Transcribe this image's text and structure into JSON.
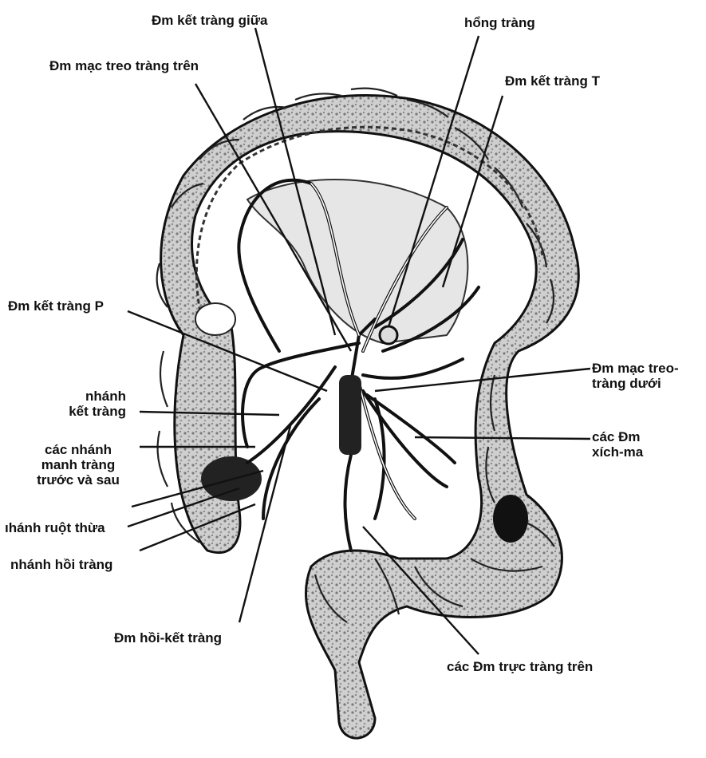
{
  "labels": {
    "dm_ket_trang_giua": "Đm kết tràng giữa",
    "hong_trang": "hổng tràng",
    "dm_mac_treo_trang_tren": "Đm mạc treo tràng trên",
    "dm_ket_trang_t": "Đm kết tràng T",
    "dm_ket_trang_p": "Đm kết tràng P",
    "dm_mac_treo_trang_duoi_1": "Đm mạc treo-",
    "dm_mac_treo_trang_duoi_2": "tràng dưới",
    "nhanh_ket_trang_1": "nhánh",
    "nhanh_ket_trang_2": "kết tràng",
    "cac_dm_xich_ma_1": "các Đm",
    "cac_dm_xich_ma_2": "xích-ma",
    "cac_nhanh_manh_trang_1": "các nhánh",
    "cac_nhanh_manh_trang_2": "manh tràng",
    "cac_nhanh_manh_trang_3": "trước và sau",
    "nhanh_ruot_thua": "ıhánh ruột thừa",
    "nhanh_hoi_trang": "nhánh hồi tràng",
    "dm_hoi_ket_trang": "Đm hồi-kết tràng",
    "cac_dm_truc_trang_tren": "các Đm trực tràng trên"
  },
  "colors": {
    "ink": "#111111",
    "tissue": "#c9c9c9",
    "shadow": "#555555"
  }
}
